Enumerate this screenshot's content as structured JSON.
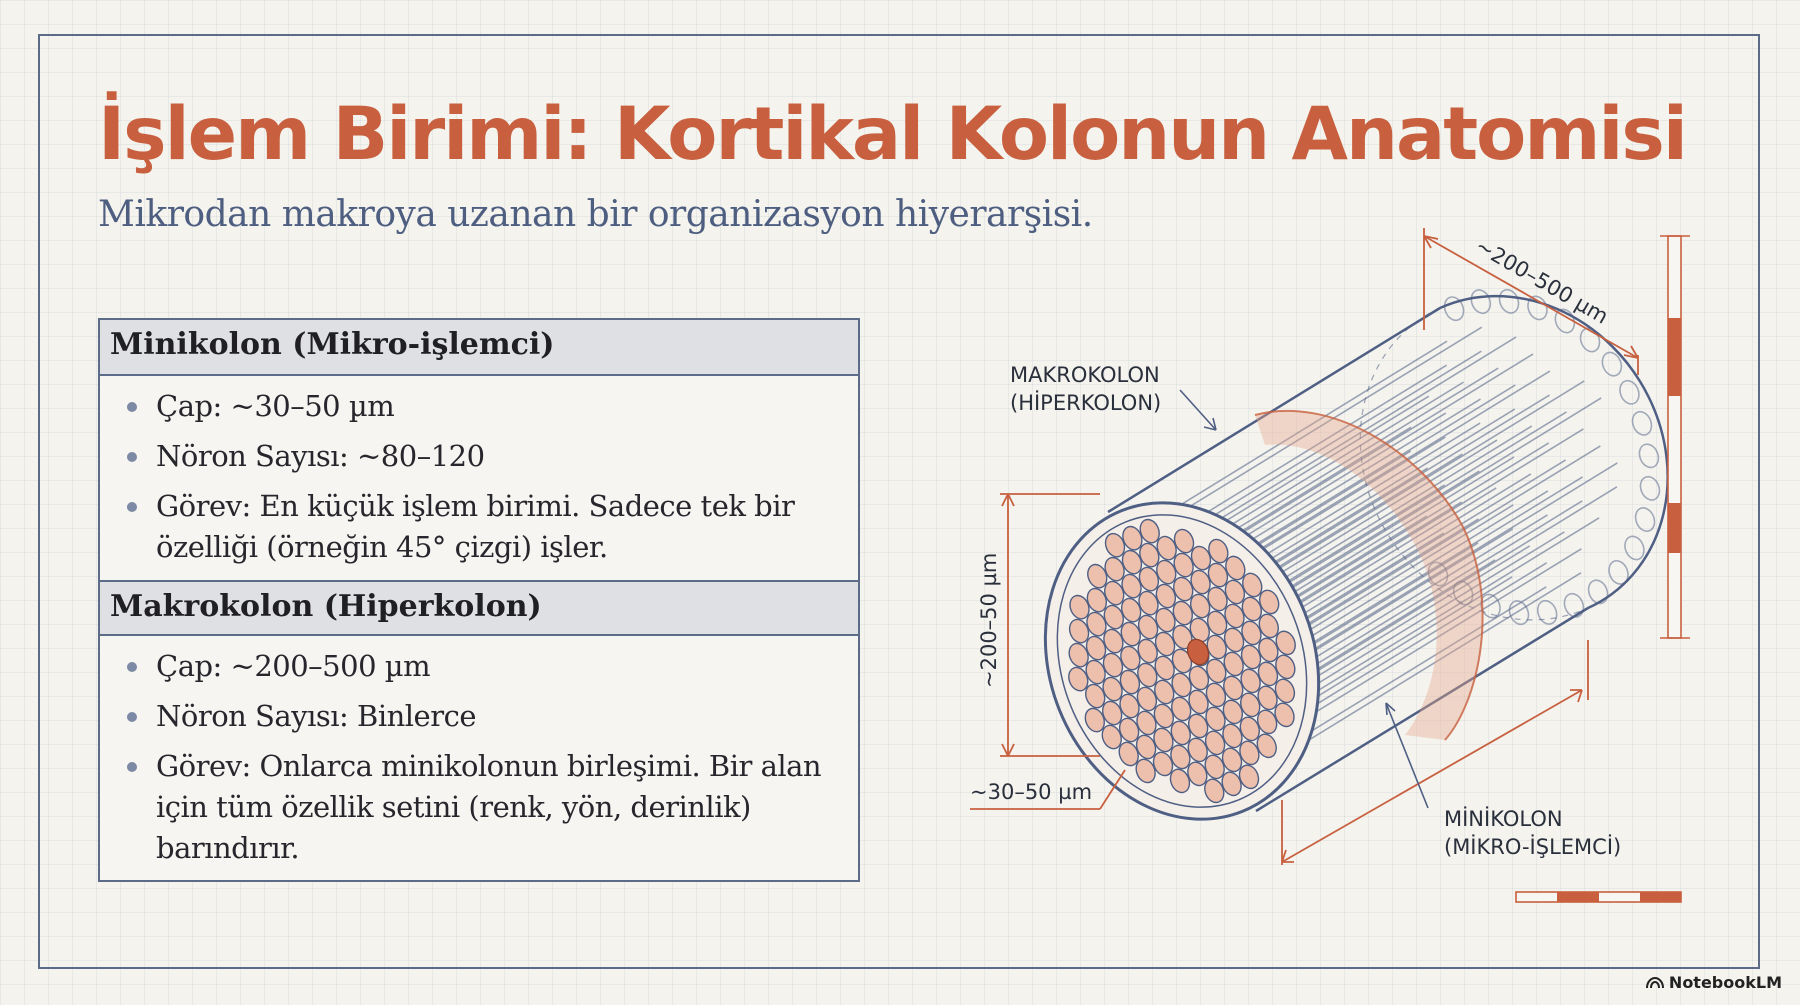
{
  "title": "İşlem Birimi: Kortikal Kolonun Anatomisi",
  "subtitle": "Mikrodan makroya uzanan bir organizasyon hiyerarşisi.",
  "sections": [
    {
      "heading": "Minikolon (Mikro-işlemci)",
      "bullets": [
        "Çap: ~30–50 µm",
        "Nöron Sayısı: ~80–120",
        "Görev: En küçük işlem birimi. Sadece tek bir özelliği (örneğin 45° çizgi) işler."
      ]
    },
    {
      "heading": "Makrokolon (Hiperkolon)",
      "bullets": [
        "Çap: ~200–500 µm",
        "Nöron Sayısı: Binlerce",
        "Görev: Onlarca minikolonun birleşimi. Bir alan için tüm özellik setini (renk, yön, derinlik) barındırır."
      ]
    }
  ],
  "diagram": {
    "label_macro_line1": "MAKROKOLON",
    "label_macro_line2": "(HİPERKOLON)",
    "label_mini_line1": "MİNİKOLON",
    "label_mini_line2": "(MİKRO-İŞLEMCİ)",
    "dim_top": "~200–500 µm",
    "dim_left": "~200–50 µm",
    "dim_bottom": "~30–50 µm",
    "colors": {
      "line": "#4f5f84",
      "accent": "#c8603f",
      "fill": "#ecc0ad"
    }
  },
  "brand": "NotebookLM"
}
